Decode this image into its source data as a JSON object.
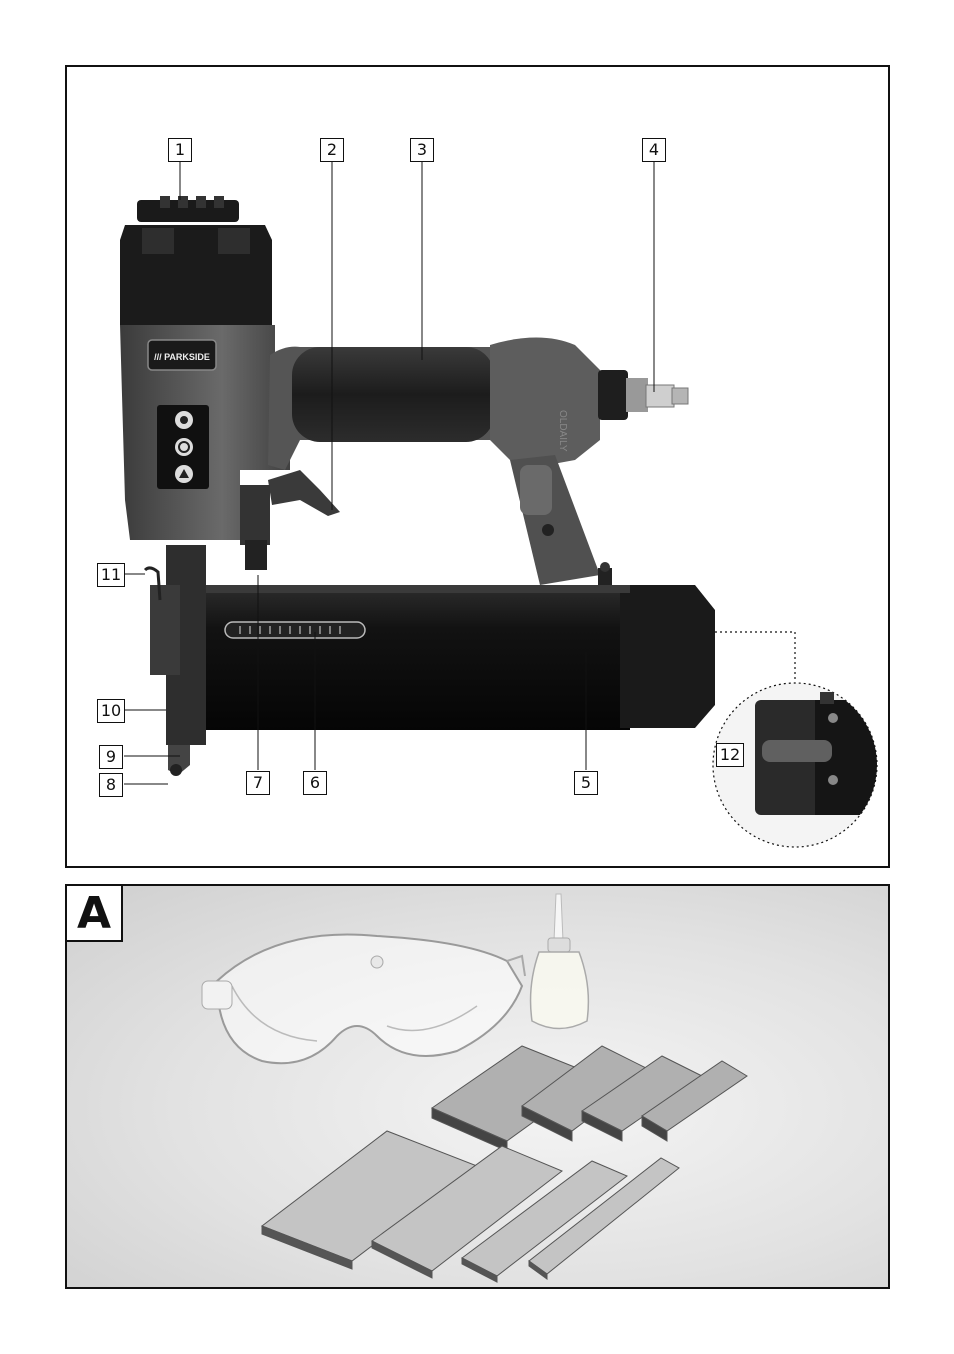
{
  "figure_top": {
    "brand_label": "/// PARKSIDE",
    "part_numbers": [
      "1",
      "2",
      "3",
      "4",
      "5",
      "6",
      "7",
      "8",
      "9",
      "10",
      "11",
      "12"
    ]
  },
  "figure_bottom": {
    "letter": "A"
  },
  "icons": {
    "tool": "air-nailer-illustration",
    "detail": "magazine-release-detail-illustration",
    "goggles": "safety-goggles-illustration",
    "oil": "oil-bottle-illustration",
    "staples": "staple-strips-illustration"
  }
}
